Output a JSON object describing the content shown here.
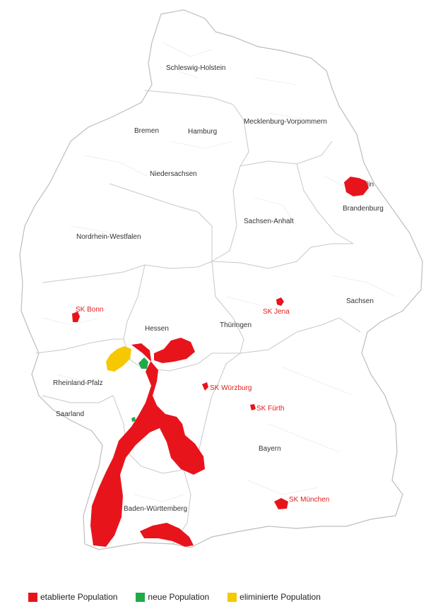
{
  "map": {
    "states": [
      "Schleswig-Holstein",
      "Mecklenburg-Vorpommern",
      "Bremen",
      "Hamburg",
      "Niedersachsen",
      "Brandenburg",
      "Sachsen-Anhalt",
      "Nordrhein-Westfalen",
      "Sachsen",
      "Thüringen",
      "Hessen",
      "Rheinland-Pfalz",
      "Saarland",
      "Bayern",
      "Baden-Württemberg"
    ],
    "berlin_label": "lin",
    "cities": [
      "SK Bonn",
      "SK Jena",
      "SK Würzburg",
      "SK Fürth",
      "SK München"
    ]
  },
  "legend": {
    "items": [
      {
        "label": "etablierte Population",
        "color": "#e8141c"
      },
      {
        "label": "neue Population",
        "color": "#1faa4a"
      },
      {
        "label": "eliminierte Population",
        "color": "#f5c800"
      }
    ]
  },
  "colors": {
    "established": "#e8141c",
    "new": "#1faa4a",
    "eliminated": "#f5c800",
    "border": "#c8c8c8"
  }
}
